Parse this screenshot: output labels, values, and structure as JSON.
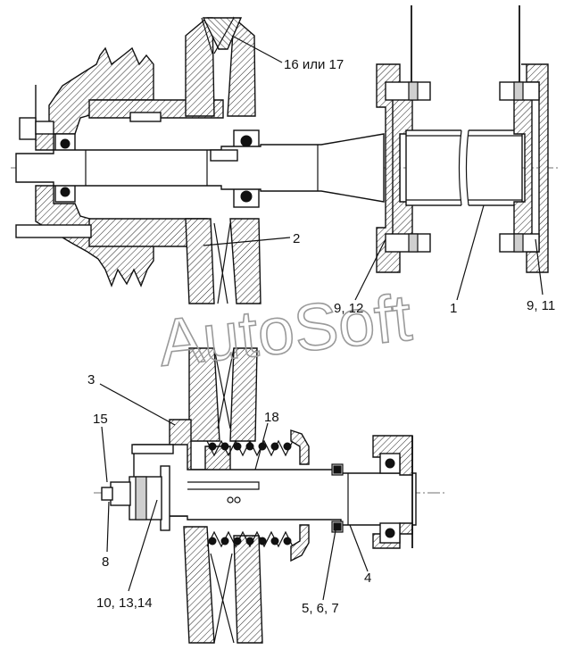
{
  "labels": {
    "l16_17": "16 или 17",
    "l2": "2",
    "l9_12": "9, 12",
    "l1": "1",
    "l9_11": "9, 11",
    "l3": "3",
    "l15": "15",
    "l18": "18",
    "l8": "8",
    "l10_13_14": "10, 13,14",
    "l4": "4",
    "l5_6_7": "5, 6, 7"
  },
  "watermark": "AutoSoft"
}
